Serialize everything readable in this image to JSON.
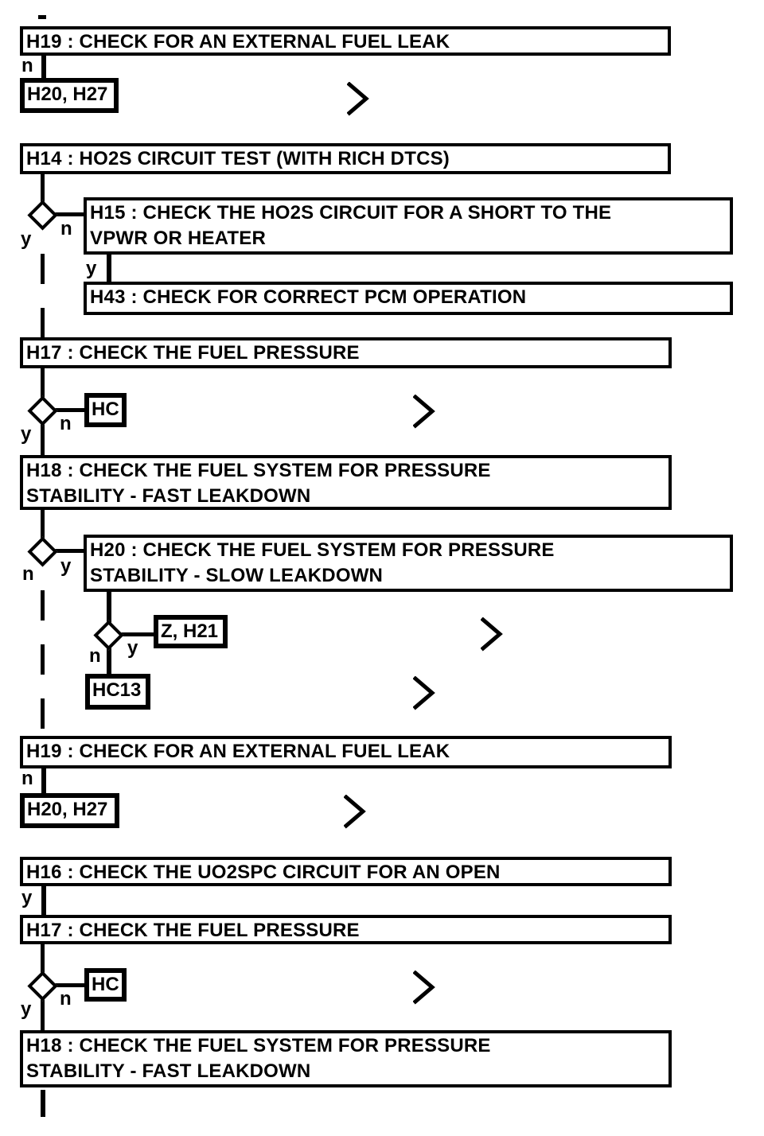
{
  "page": {
    "background_color": "#ffffff",
    "ink_color": "#000000",
    "description_type": "diagnostic flowchart"
  },
  "labels": {
    "yes": "y",
    "no": "n",
    "top_dash": "-",
    "continuation_symbol": ">"
  },
  "boxes": {
    "h19_1": "H19 : CHECK FOR AN EXTERNAL FUEL LEAK",
    "h20_h27_1": "H20, H27",
    "h14": "H14 : HO2S CIRCUIT TEST (WITH RICH DTCS)",
    "h15_line1": "H15 : CHECK THE HO2S CIRCUIT FOR A SHORT TO THE",
    "h15_line2": "VPWR OR HEATER",
    "h43": "H43 : CHECK FOR CORRECT PCM OPERATION",
    "h17_1": "H17 : CHECK THE FUEL PRESSURE",
    "hc_1": "HC",
    "h18_1_line1": "H18 : CHECK THE FUEL SYSTEM FOR PRESSURE",
    "h18_1_line2": "STABILITY - FAST LEAKDOWN",
    "h20_line1": "H20 : CHECK THE FUEL SYSTEM FOR PRESSURE",
    "h20_line2": "STABILITY - SLOW LEAKDOWN",
    "z_h21": "Z, H21",
    "hc13": "HC13",
    "h19_2": "H19 : CHECK FOR AN EXTERNAL FUEL LEAK",
    "h20_h27_2": "H20, H27",
    "h16": "H16 : CHECK THE UO2SPC CIRCUIT FOR AN OPEN",
    "h17_2": "H17 : CHECK THE FUEL PRESSURE",
    "hc_2": "HC",
    "h18_2_line1": "H18 : CHECK THE FUEL SYSTEM FOR PRESSURE",
    "h18_2_line2": "STABILITY - FAST LEAKDOWN"
  }
}
